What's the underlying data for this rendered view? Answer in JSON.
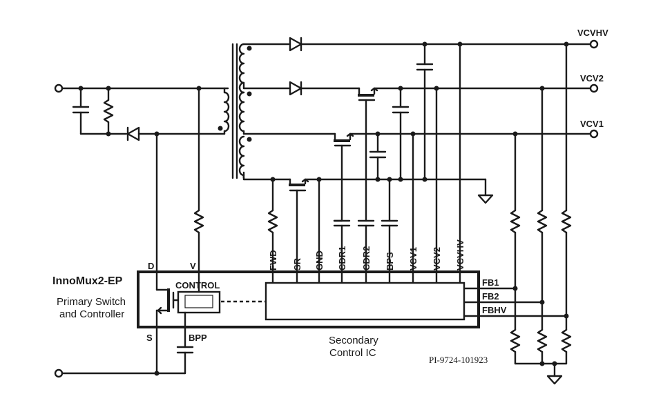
{
  "outputs": {
    "vcvhv": "VCVHV",
    "vcv2": "VCV2",
    "vcv1": "VCV1"
  },
  "primary": {
    "chip_name": "InnoMux2-EP",
    "desc_line1": "Primary Switch",
    "desc_line2": "and Controller",
    "control_label": "CONTROL",
    "pin_d": "D",
    "pin_v": "V",
    "pin_s": "S",
    "pin_bpp": "BPP"
  },
  "secondary": {
    "desc_line1": "Secondary",
    "desc_line2": "Control IC",
    "pins": [
      "FWD",
      "SR",
      "GND",
      "CDR1",
      "CDR2",
      "BPS",
      "VCV1",
      "VCV2",
      "VCVHV"
    ],
    "fb1": "FB1",
    "fb2": "FB2",
    "fbhv": "FBHV"
  },
  "part_number": "PI-9724-101923"
}
